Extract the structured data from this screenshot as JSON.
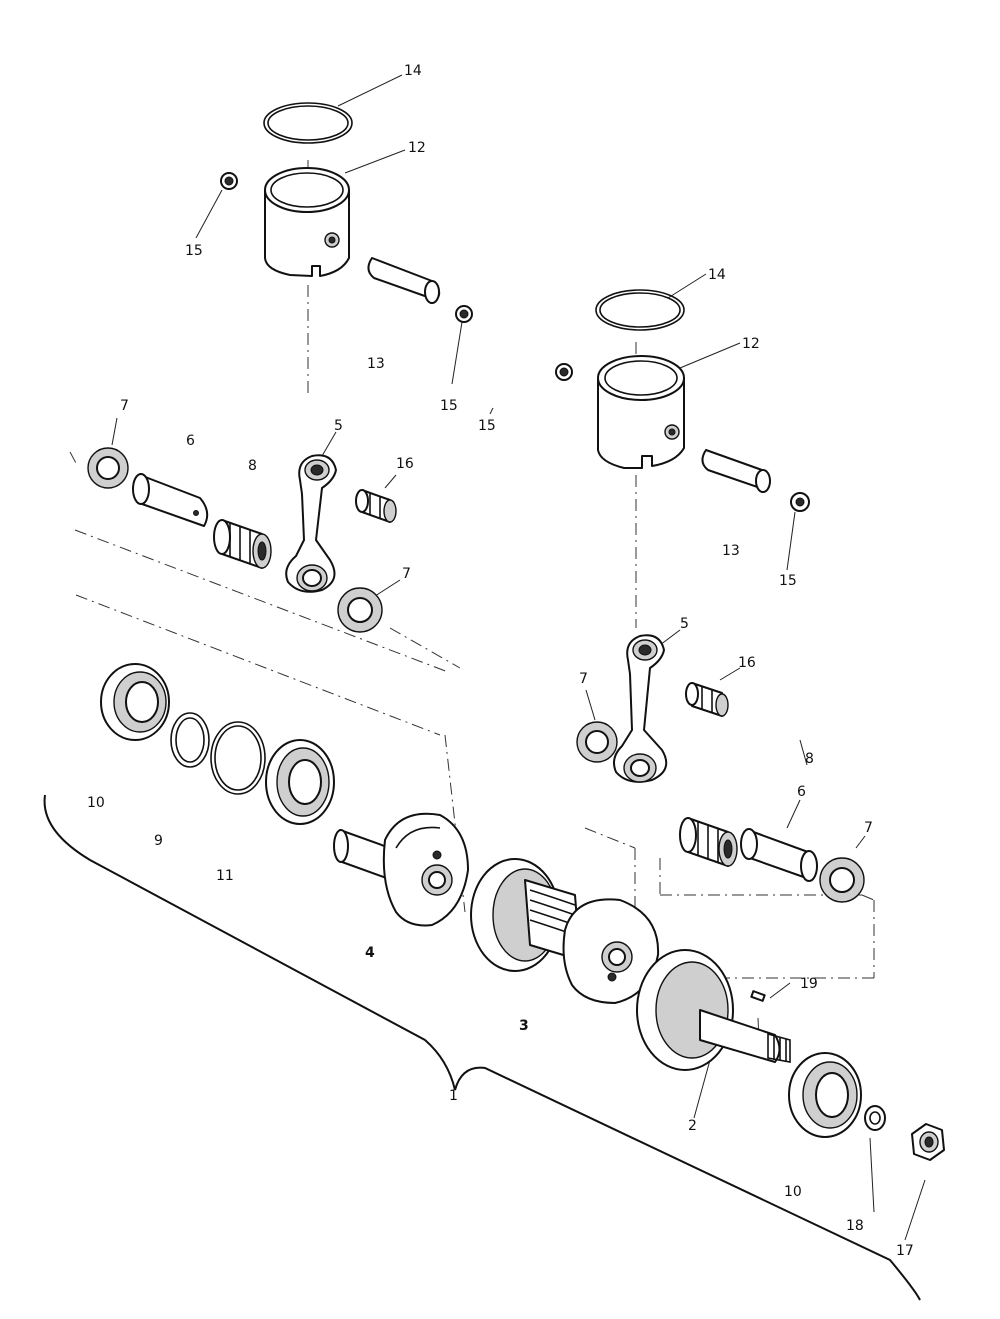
{
  "callouts": {
    "c14a": "14",
    "c12a": "12",
    "c15a": "15",
    "c13a": "13",
    "c15b": "15",
    "c15c": "15",
    "c14b": "14",
    "c12b": "12",
    "c13b": "13",
    "c15d": "15",
    "c7a": "7",
    "c6a": "6",
    "c8a": "8",
    "c5a": "5",
    "c16a": "16",
    "c7b": "7",
    "c5b": "5",
    "c16b": "16",
    "c7c": "7",
    "c8b": "8",
    "c6b": "6",
    "c7d": "7",
    "c10a": "10",
    "c9": "9",
    "c11": "11",
    "c4": "4",
    "c3": "3",
    "c19": "19",
    "c2": "2",
    "c1": "1",
    "c10b": "10",
    "c18": "18",
    "c17": "17"
  }
}
